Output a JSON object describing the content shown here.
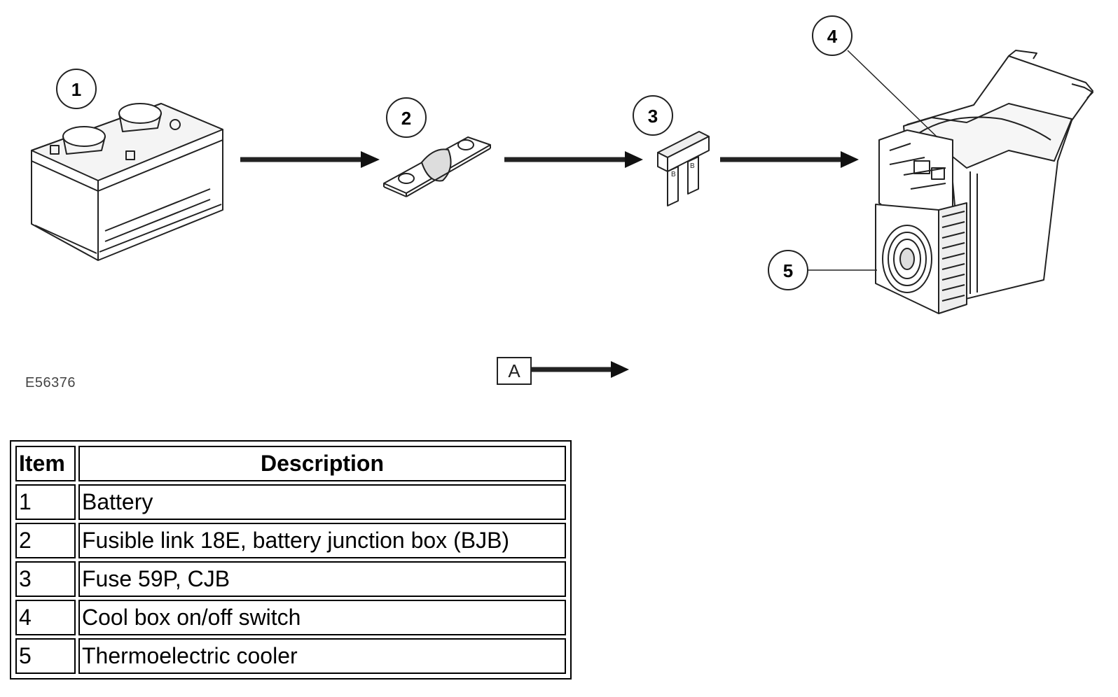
{
  "figure": {
    "id": "E56376",
    "callouts": [
      "1",
      "2",
      "3",
      "4",
      "5"
    ],
    "legend_symbol": "A"
  },
  "table": {
    "headers": {
      "item": "Item",
      "description": "Description"
    },
    "rows": [
      {
        "item": "1",
        "description": "Battery"
      },
      {
        "item": "2",
        "description": "Fusible link 18E, battery junction box (BJB)"
      },
      {
        "item": "3",
        "description": "Fuse 59P, CJB"
      },
      {
        "item": "4",
        "description": "Cool box on/off switch"
      },
      {
        "item": "5",
        "description": "Thermoelectric cooler"
      }
    ]
  }
}
